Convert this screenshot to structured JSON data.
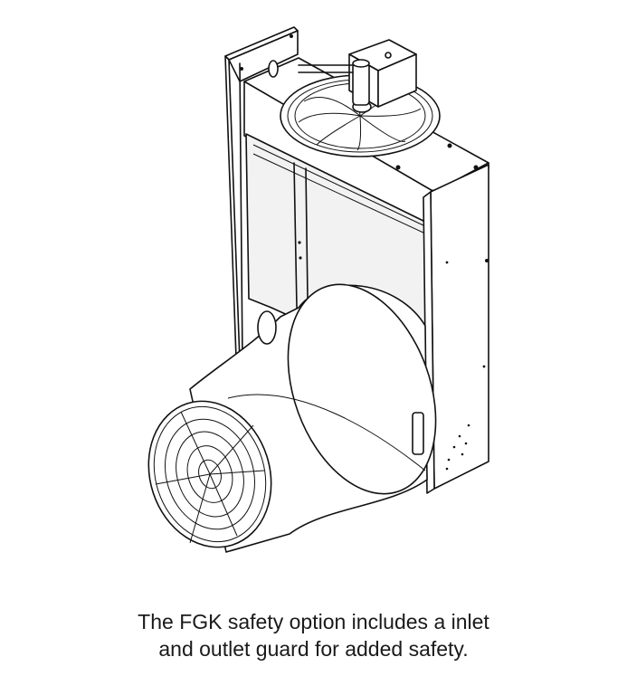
{
  "caption": {
    "line1": "The FGK safety option includes a inlet",
    "line2": "and outlet guard for added safety."
  },
  "figure": {
    "subject": "fan-unit-with-inlet-and-outlet-guards"
  }
}
